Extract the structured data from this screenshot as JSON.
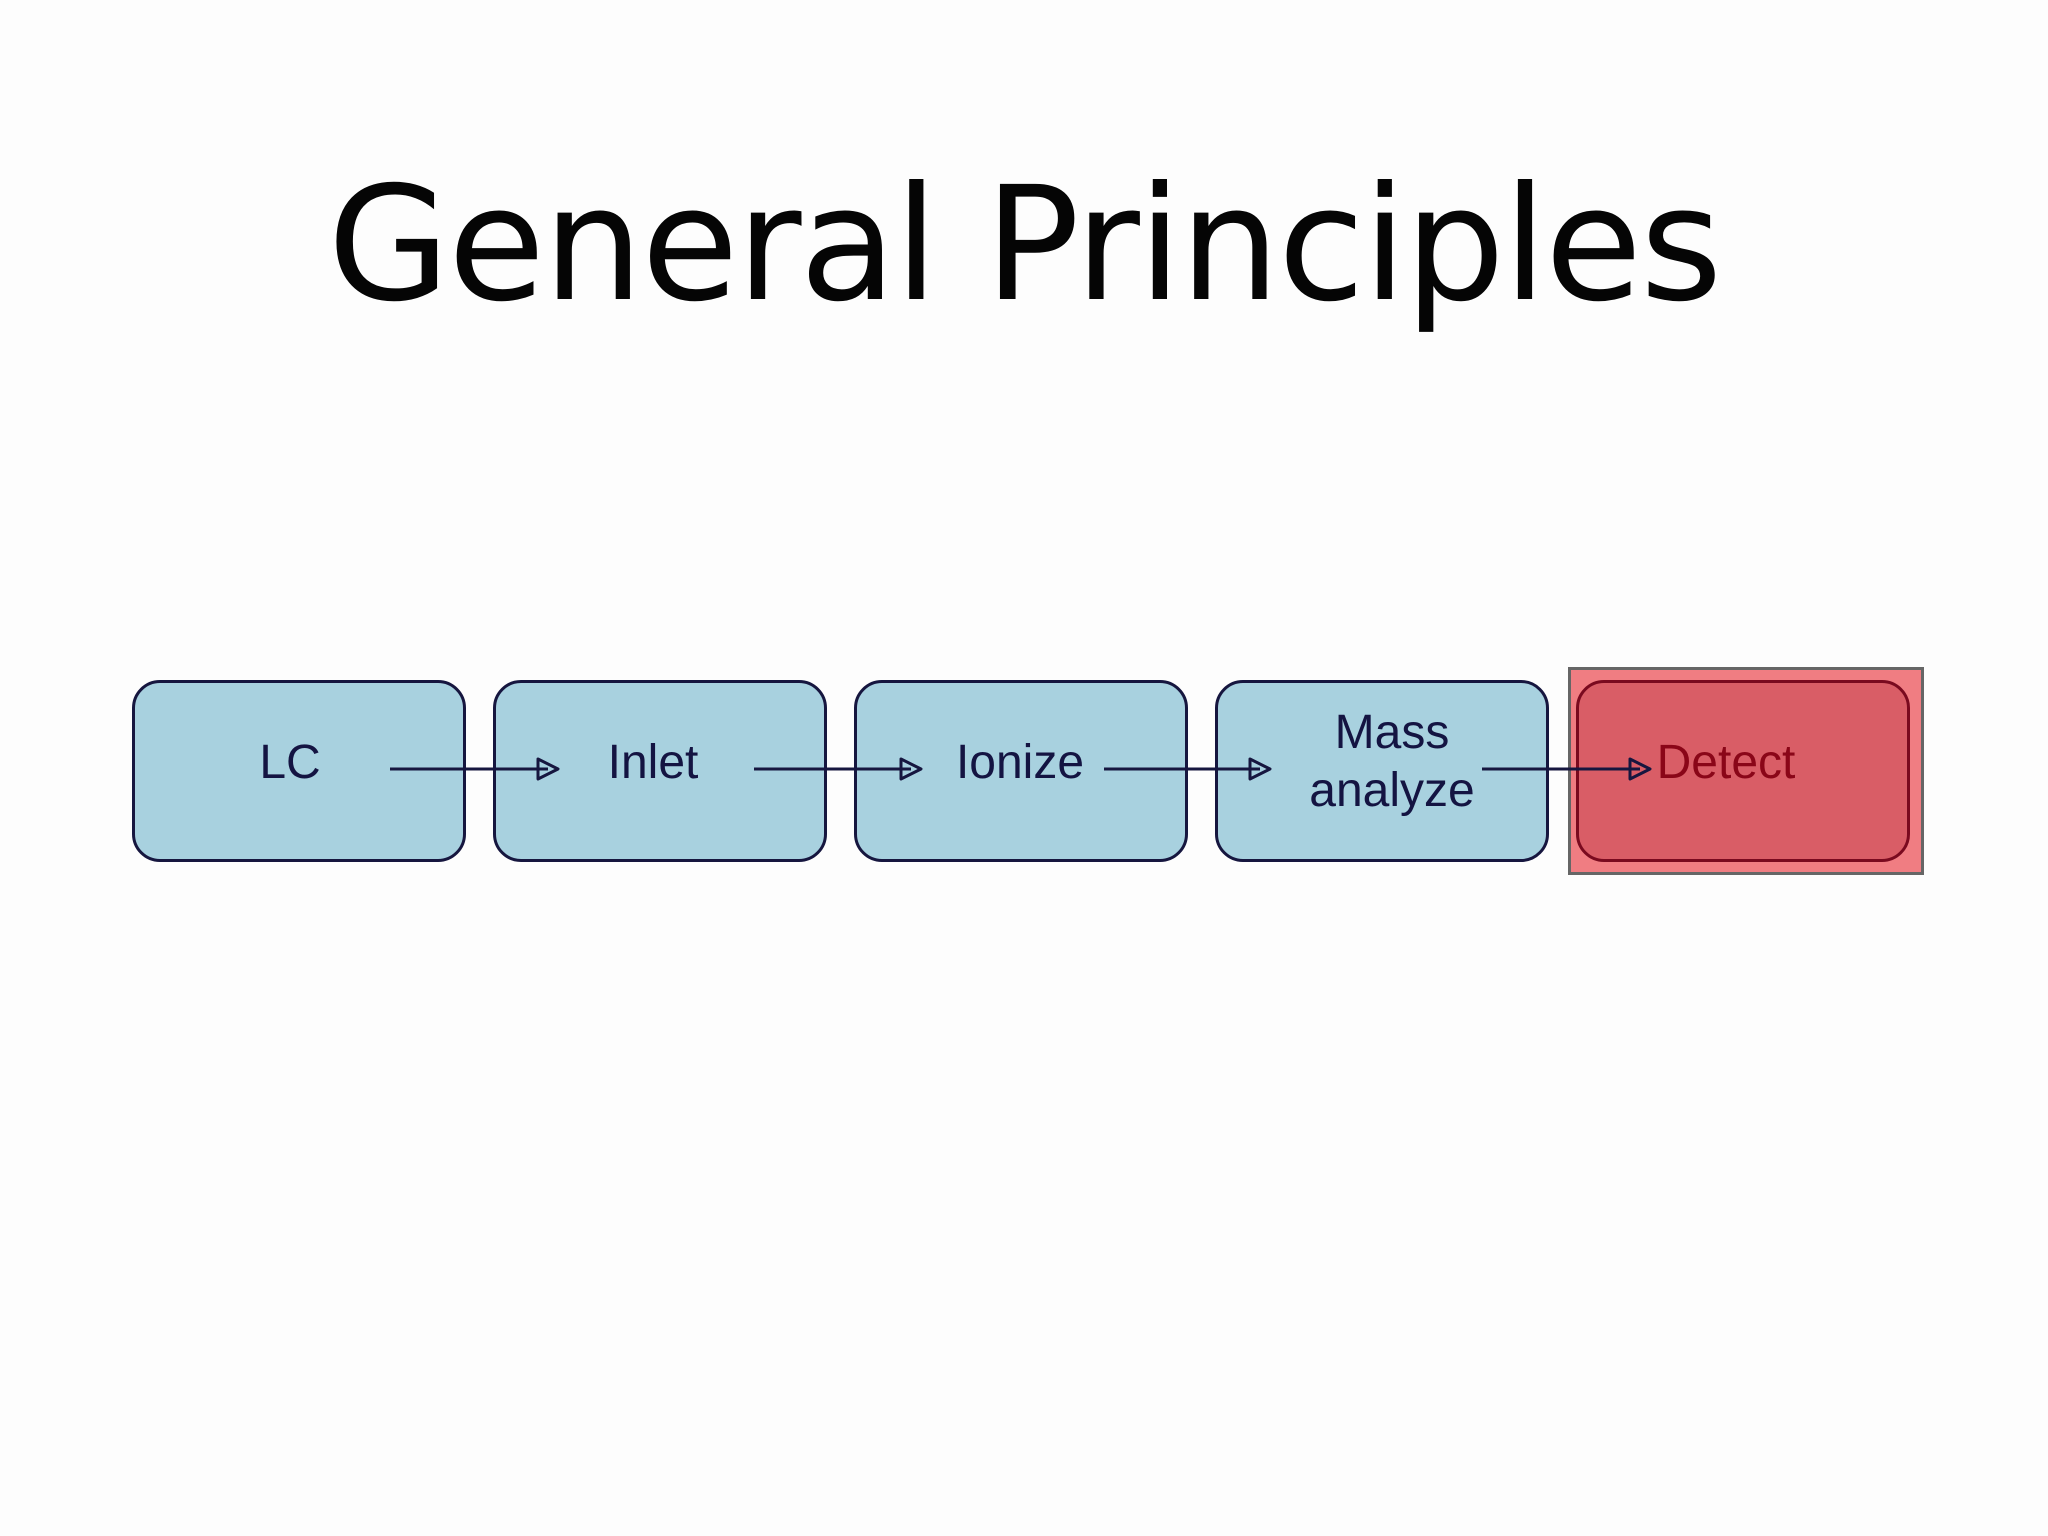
{
  "slide": {
    "title": "General Principles"
  },
  "pipeline": {
    "stages": [
      {
        "label": "LC"
      },
      {
        "label": "Inlet"
      },
      {
        "label": "Ionize"
      },
      {
        "label_line1": "Mass",
        "label_line2": "analyze"
      },
      {
        "label": "Detect"
      }
    ],
    "highlighted_stage": "Detect"
  },
  "colors": {
    "stage_fill": "#a8d1df",
    "stage_border": "#16163f",
    "highlight_fill": "#d95d66",
    "highlight_frame_fill": "#f07d82",
    "highlight_text": "#8a0618",
    "arrow": "#16163f"
  }
}
